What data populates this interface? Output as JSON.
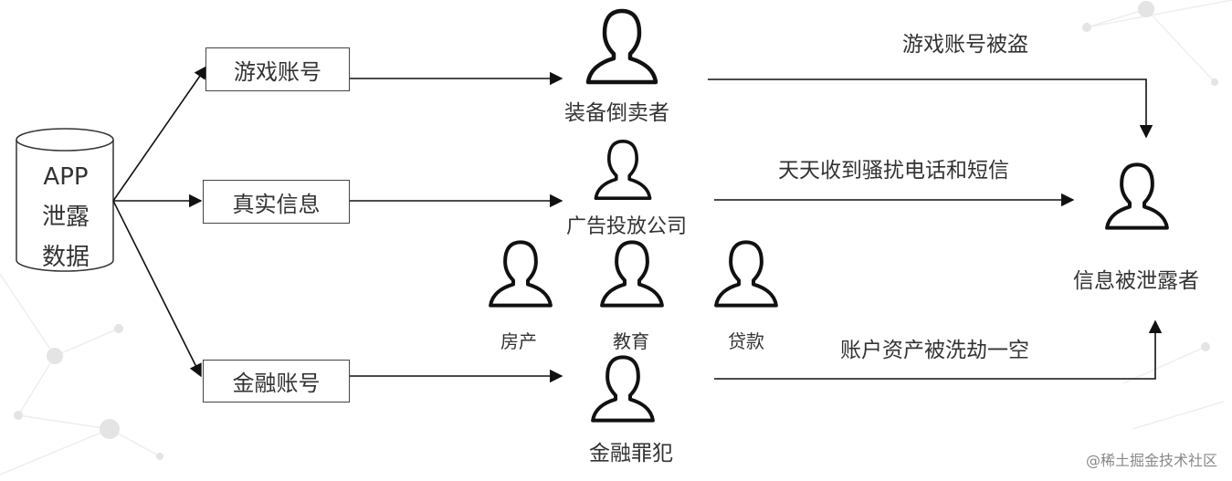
{
  "source": {
    "line1": "APP",
    "line2": "泄露",
    "line3": "数据"
  },
  "boxes": {
    "game": "游戏账号",
    "real": "真实信息",
    "finance": "金融账号"
  },
  "actors": {
    "equipment_seller": "装备倒卖者",
    "ad_company": "广告投放公司",
    "real_estate": "房产",
    "education": "教育",
    "loan": "贷款",
    "finance_criminal": "金融罪犯",
    "victim": "信息被泄露者"
  },
  "outcomes": {
    "game_stolen": "游戏账号被盗",
    "harassment": "天天收到骚扰电话和短信",
    "account_emptied": "账户资产被洗劫一空"
  },
  "watermark": "@稀土掘金技术社区",
  "colors": {
    "line": "#111111",
    "text": "#333333",
    "background": "#ffffff",
    "decor": "#e4e4e4"
  },
  "icons": {
    "person": "person-icon",
    "database": "database-icon"
  }
}
